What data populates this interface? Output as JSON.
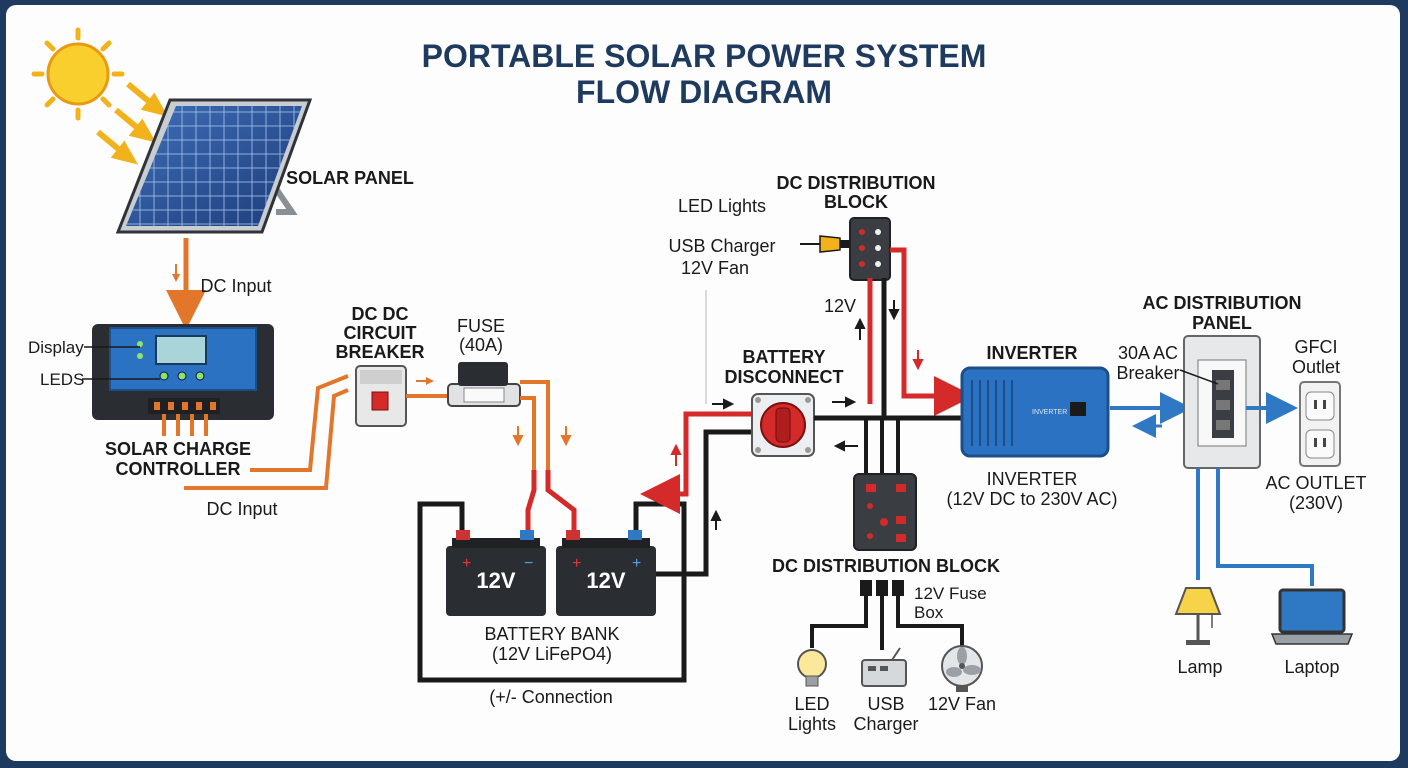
{
  "title": {
    "line1": "PORTABLE SOLAR POWER SYSTEM",
    "line2": "FLOW DIAGRAM"
  },
  "labels": {
    "solar_panel": "SOLAR PANEL",
    "dc_input_top": "DC Input",
    "display": "Display",
    "leds": "LEDS",
    "controller_line1": "SOLAR CHARGE",
    "controller_line2": "CONTROLLER",
    "dc_input_bottom": "DC Input",
    "breaker_line1": "DC DC",
    "breaker_line2": "CIRCUIT",
    "breaker_line3": "BREAKER",
    "fuse_line1": "FUSE",
    "fuse_line2": "(40A)",
    "battery_left": "12V",
    "battery_right": "12V",
    "battery_bank_line1": "BATTERY BANK",
    "battery_bank_line2": "(12V LiFePO4)",
    "connection": "(+/- Connection",
    "disconnect_line1": "BATTERY",
    "disconnect_line2": "DISCONNECT",
    "led_lights_top": "LED Lights",
    "usb_charger_top": "USB Charger",
    "fan_top": "12V Fan",
    "dcdb_top_line1": "DC DISTRIBUTION",
    "dcdb_top_line2": "BLOCK",
    "volt_12v": "12V",
    "inverter_top": "INVERTER",
    "inverter_bottom_line1": "INVERTER",
    "inverter_bottom_line2": "(12V DC to 230V AC)",
    "inverter_brand": "INVERTER",
    "dcdb_bottom": "DC DISTRIBUTION BLOCK",
    "fusebox_line1": "12V Fuse",
    "fusebox_line2": "Box",
    "led_lights_line1": "LED",
    "led_lights_line2": "Lights",
    "usb_line1": "USB",
    "usb_line2": "Charger",
    "fan_bottom": "12V Fan",
    "ac_panel_line1": "AC DISTRIBUTION",
    "ac_panel_line2": "PANEL",
    "ac_breaker_line1": "30A AC",
    "ac_breaker_line2": "Breaker",
    "gfci_line1": "GFCI",
    "gfci_line2": "Outlet",
    "ac_outlet_line1": "AC OUTLET",
    "ac_outlet_line2": "(230V)",
    "lamp": "Lamp",
    "laptop": "Laptop"
  },
  "colors": {
    "title": "#1e3a5f",
    "dc_positive": "#d42a2a",
    "dc_negative": "#1a1a1a",
    "solar_flow": "#e2772b",
    "ac_flow": "#2f78c4",
    "inverter_body": "#2b73c2",
    "controller_body": "#2b73c2"
  }
}
